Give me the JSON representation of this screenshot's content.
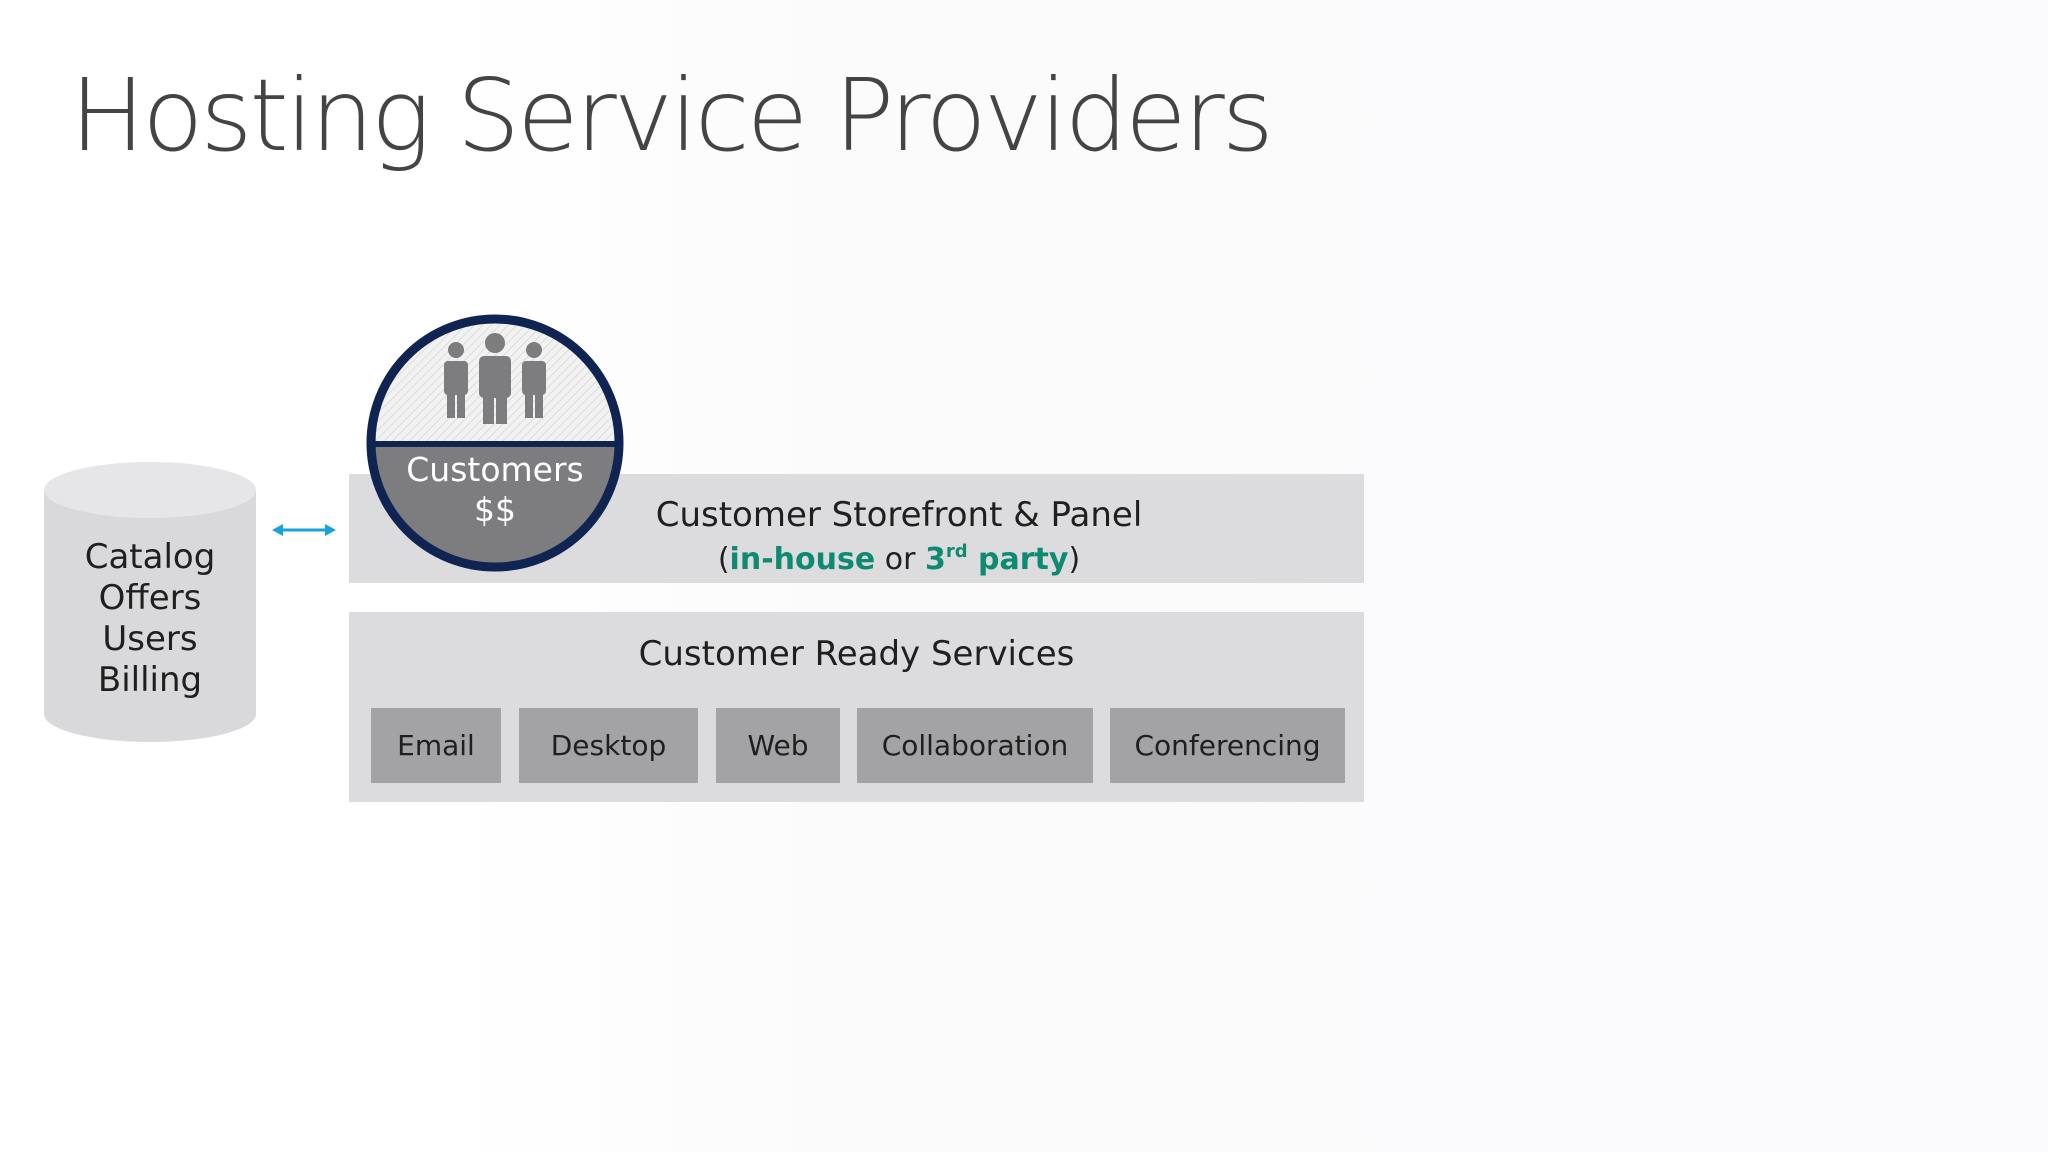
{
  "slide": {
    "title": "Hosting Service Providers"
  },
  "database": {
    "lines": [
      "Catalog",
      "Offers",
      "Users",
      "Billing"
    ]
  },
  "customers": {
    "label": "Customers",
    "amount": "$$"
  },
  "storefront": {
    "title": "Customer Storefront & Panel",
    "open_paren": "(",
    "option_a": "in-house",
    "connector": " or ",
    "option_b_num": "3",
    "option_b_sup": "rd",
    "option_b_word": " party",
    "close_paren": ")"
  },
  "services": {
    "title": "Customer Ready Services",
    "items": [
      "Email",
      "Desktop",
      "Web",
      "Collaboration",
      "Conferencing"
    ]
  },
  "colors": {
    "band": "#dcdcde",
    "service_box": "#a3a3a6",
    "accent_green": "#0e8a72",
    "circle_ring": "#0f2451",
    "arrow": "#1aa3d8"
  }
}
